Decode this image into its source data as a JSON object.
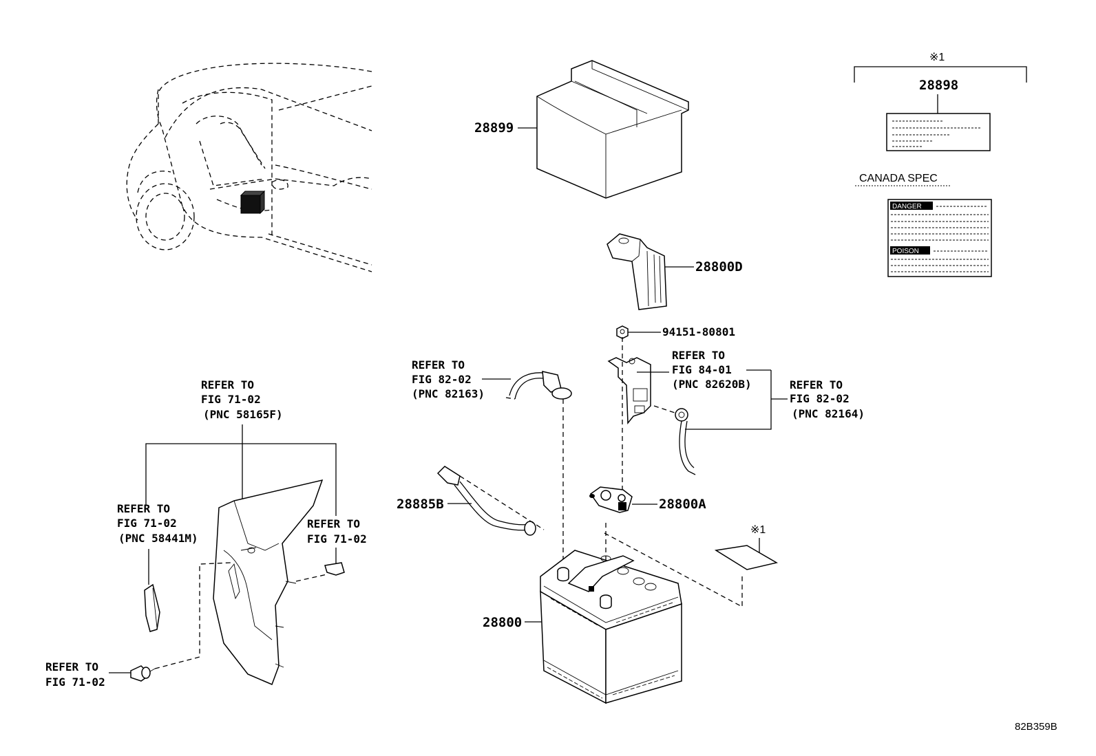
{
  "diagram_id": "82B359B",
  "note_mark": "※1",
  "canada_spec": "CANADA SPEC",
  "danger_label": "DANGER",
  "poison_label": "POISON",
  "parts": {
    "p28899": "28899",
    "p28898": "28898",
    "p28800D": "28800D",
    "p94151": "94151-80801",
    "p28885B": "28885B",
    "p28800A": "28800A",
    "p28800": "28800"
  },
  "refs": {
    "refer_to": "REFER TO",
    "fig_71_02": "FIG 71-02",
    "fig_82_02": "FIG 82-02",
    "fig_84_01": "FIG 84-01",
    "pnc_58165F": "(PNC 58165F)",
    "pnc_58441M": "(PNC 58441M)",
    "pnc_82163": "(PNC 82163)",
    "pnc_82620B": "(PNC 82620B)",
    "pnc_82164": "(PNC 82164)"
  }
}
